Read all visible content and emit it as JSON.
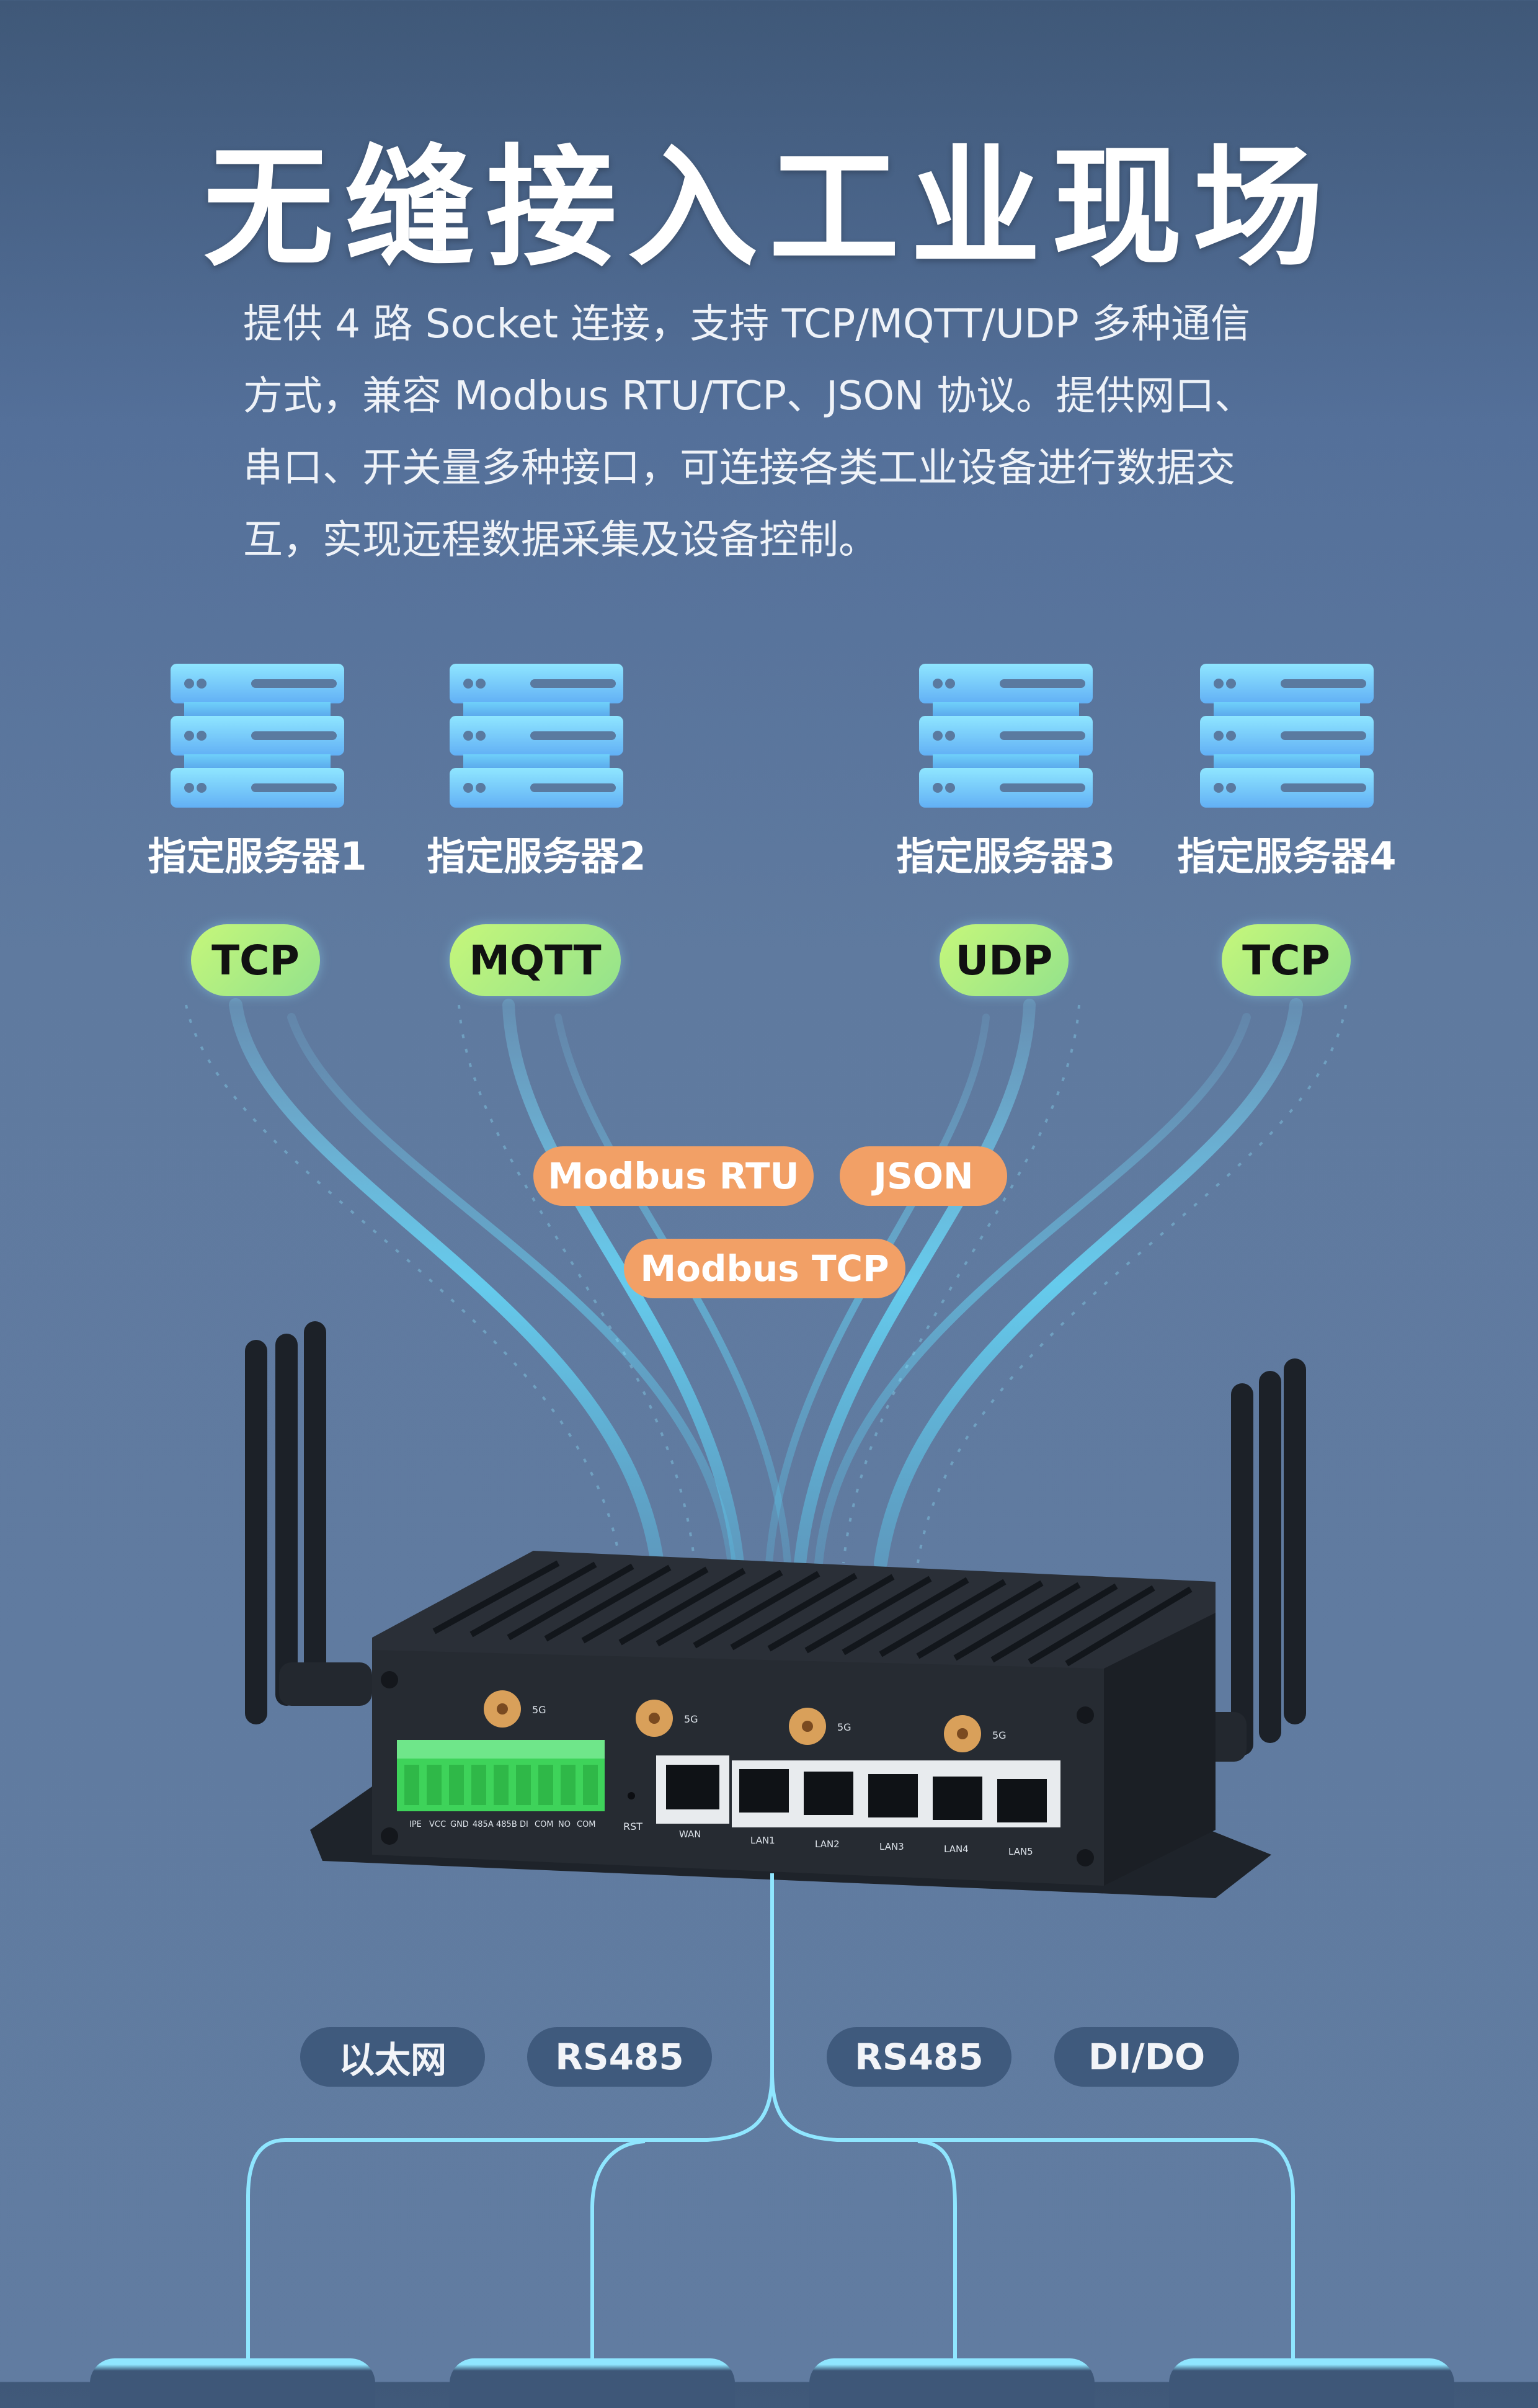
{
  "header": {
    "title": "无缝接入工业现场",
    "description_lines": [
      "提供 4 路 Socket 连接，支持 TCP/MQTT/UDP 多种通信",
      "方式，兼容 Modbus RTU/TCP、JSON 协议。提供网口、",
      "串口、开关量多种接口，可连接各类工业设备进行数据交",
      "互，实现远程数据采集及设备控制。"
    ]
  },
  "servers": [
    {
      "icon": "server-icon",
      "label": "指定服务器1",
      "protocol": "TCP"
    },
    {
      "icon": "server-icon",
      "label": "指定服务器2",
      "protocol": "MQTT"
    },
    {
      "icon": "server-icon",
      "label": "指定服务器3",
      "protocol": "UDP"
    },
    {
      "icon": "server-icon",
      "label": "指定服务器4",
      "protocol": "TCP"
    }
  ],
  "data_protocols": [
    "Modbus RTU",
    "JSON",
    "Modbus TCP"
  ],
  "device": {
    "antenna_label": "5G",
    "terminal_labels": [
      "IPE",
      "VCC",
      "GND",
      "485A",
      "485B",
      "DI",
      "COM",
      "NO",
      "COM"
    ],
    "reset_label": "RST",
    "port_labels": [
      "WAN",
      "LAN1",
      "LAN2",
      "LAN3",
      "LAN4",
      "LAN5"
    ]
  },
  "interfaces": [
    "以太网",
    "RS485",
    "RS485",
    "DI/DO"
  ],
  "colors": {
    "accent_cyan": "#8fe6ff",
    "protocol_green": "#c6f77a",
    "protocol_orange": "#f2a066",
    "interface_pill": "#3f5a7d",
    "background": "#617ca1"
  }
}
